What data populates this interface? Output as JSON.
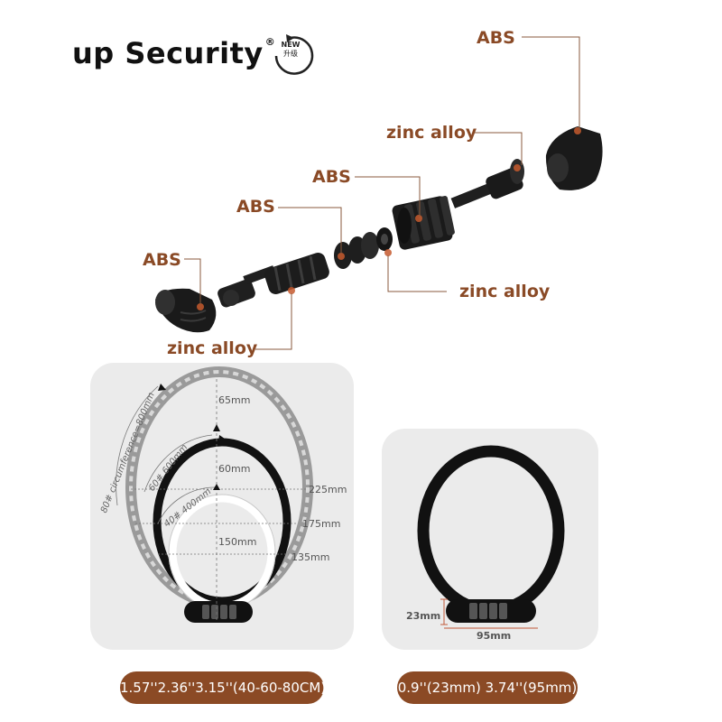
{
  "brand": {
    "name": "up Security",
    "reg": "®",
    "badge_top": "NEW",
    "badge_bottom": "升级"
  },
  "parts": {
    "abs_top": "ABS",
    "zinc_top": "zinc alloy",
    "abs_mid": "ABS",
    "abs_left_mid": "ABS",
    "abs_left": "ABS",
    "zinc_right": "zinc alloy",
    "zinc_bottom": "zinc alloy"
  },
  "left_panel": {
    "circ_80": "80# circumference=800mm",
    "circ_60": "60# 600mm",
    "circ_40": "40# 400mm",
    "gap_65": "65mm",
    "gap_60": "60mm",
    "h_225": "225mm",
    "h_175": "175mm",
    "h_150": "150mm",
    "h_135": "135mm",
    "caption": "1.57''2.36''3.15''(40-60-80CM)"
  },
  "right_panel": {
    "dim_23": "23mm",
    "dim_95": "95mm",
    "caption": "0.9''(23mm) 3.74''(95mm)"
  },
  "colors": {
    "accent": "#8b4a25",
    "label": "#8a4a26",
    "panel": "#ebebeb"
  }
}
